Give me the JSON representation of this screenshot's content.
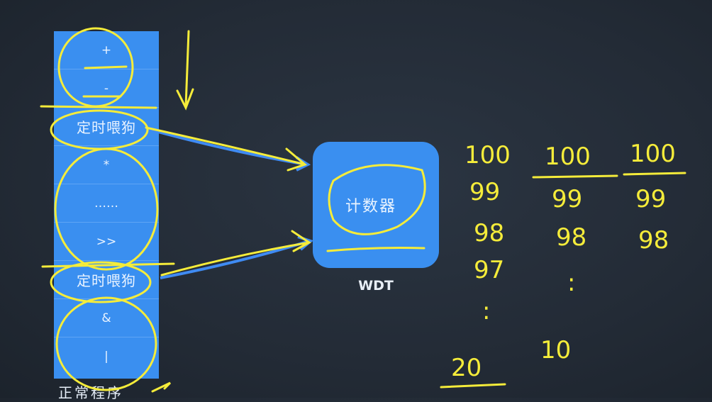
{
  "stack": {
    "items": [
      {
        "label": "+"
      },
      {
        "label": "-"
      },
      {
        "label": "定时喂狗"
      },
      {
        "label": "*"
      },
      {
        "label": "……"
      },
      {
        "label": ">>"
      },
      {
        "label": "定时喂狗"
      },
      {
        "label": "&"
      },
      {
        "label": "|"
      }
    ],
    "caption": "正常程序"
  },
  "wdt": {
    "counter_label": "计数器",
    "name": "WDT"
  },
  "handwriting": {
    "col1": [
      "100",
      "99",
      "98",
      "97",
      ":",
      "20"
    ],
    "col2": [
      "100",
      "99",
      "98",
      ":",
      "10"
    ],
    "col3": [
      "100",
      "99",
      "98"
    ]
  },
  "colors": {
    "block_blue": "#3a8ff0",
    "ink_yellow": "#f5ec3a",
    "arrow_blue": "#3f8bf3"
  }
}
